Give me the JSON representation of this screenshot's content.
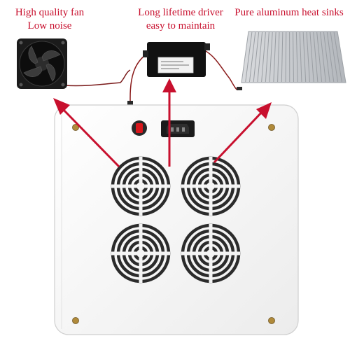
{
  "captions": {
    "fan": {
      "line1": "High quality fan",
      "line2": "Low noise"
    },
    "driver": {
      "line1": "Long lifetime driver",
      "line2": "easy to maintain"
    },
    "heat_sinks": {
      "line1": "Pure aluminum heat sinks"
    }
  },
  "colors": {
    "caption_text": "#c8102e",
    "arrow": "#c8102e",
    "panel": "#f7f7f7",
    "panel_edge": "#cfcfcf",
    "fan_icon": "#222222",
    "heat_sink": "#c9ccd0",
    "power_switch": "#d8161b"
  },
  "icons": [
    "cooling-fan-icon",
    "led-driver-icon",
    "heat-sink-icon",
    "power-switch-icon",
    "power-socket-icon",
    "fan-vent-icon",
    "arrow-icon"
  ]
}
